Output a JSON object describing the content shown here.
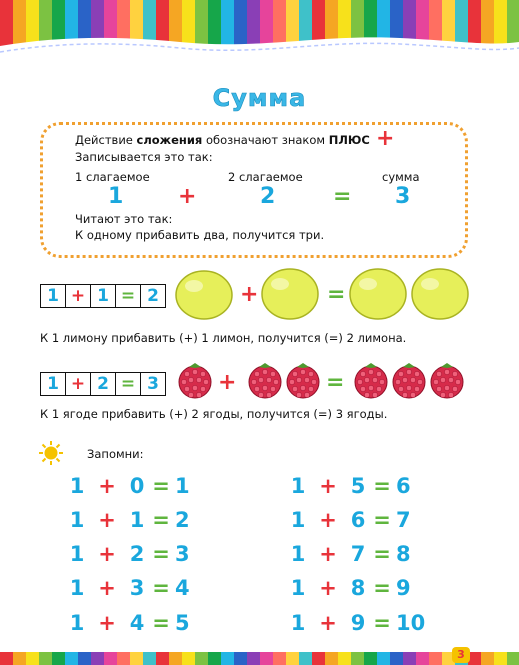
{
  "title": "Сумма",
  "rule": {
    "line1_prefix": "Действие ",
    "line1_bold": "сложения",
    "line1_middle": " обозначают знаком ",
    "line1_sign_name": "ПЛЮС",
    "plus_sign": "+",
    "line2": "Записывается это так:",
    "labels": [
      "1 слагаемое",
      "2 слагаемое",
      "сумма"
    ],
    "expr": [
      "1",
      "+",
      "2",
      "=",
      "3"
    ],
    "read_label": "Читают это так:",
    "read_text": "К одному прибавить два, получится три."
  },
  "example1": {
    "cells": [
      "1",
      "+",
      "1",
      "=",
      "2"
    ],
    "operators": [
      "+",
      "="
    ],
    "caption": "К 1 лимону прибавить (+) 1 лимон, получится (=) 2 лимона."
  },
  "example2": {
    "cells": [
      "1",
      "+",
      "2",
      "=",
      "3"
    ],
    "operators": [
      "+",
      "="
    ],
    "caption": "К 1 ягоде прибавить (+) 2 ягоды, получится (=) 3 ягоды."
  },
  "memo": {
    "label": "Запомни:",
    "left": [
      [
        "1",
        "+",
        "0",
        "=",
        "1"
      ],
      [
        "1",
        "+",
        "1",
        "=",
        "2"
      ],
      [
        "1",
        "+",
        "2",
        "=",
        "3"
      ],
      [
        "1",
        "+",
        "3",
        "=",
        "4"
      ],
      [
        "1",
        "+",
        "4",
        "=",
        "5"
      ]
    ],
    "right": [
      [
        "1",
        "+",
        "5",
        "=",
        "6"
      ],
      [
        "1",
        "+",
        "6",
        "=",
        "7"
      ],
      [
        "1",
        "+",
        "7",
        "=",
        "8"
      ],
      [
        "1",
        "+",
        "8",
        "=",
        "9"
      ],
      [
        "1",
        "+",
        "9",
        "=",
        "10"
      ]
    ]
  },
  "page_number": "3",
  "colors": {
    "blue": "#1aa7dd",
    "red": "#e8333a",
    "green": "#5fb53e",
    "dots": "#f0a030",
    "lemon": "#e6ef5a",
    "raspberry": "#d62b4a",
    "sun": "#f5c200"
  }
}
